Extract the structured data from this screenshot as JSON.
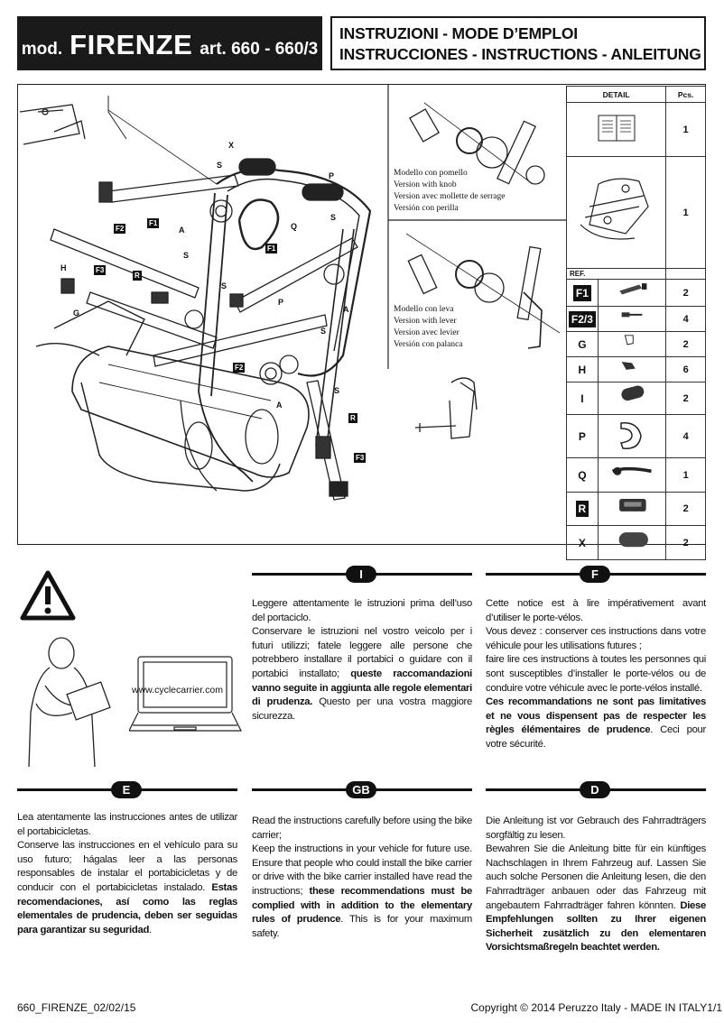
{
  "header": {
    "mod_prefix": "mod.",
    "model_name": "FIRENZE",
    "art": "art. 660 - 660/3",
    "title_line1": "INSTRUZIONI - MODE D’EMPLOI",
    "title_line2": "INSTRUCCIONES - INSTRUCTIONS - ANLEITUNG"
  },
  "diagram": {
    "labels": [
      "X",
      "S",
      "P",
      "F1",
      "F2",
      "A",
      "Q",
      "S",
      "F1",
      "H",
      "F3",
      "R",
      "S",
      "S",
      "G",
      "P",
      "A",
      "S",
      "F2",
      "S",
      "A",
      "R",
      "F3"
    ],
    "knob_caption": [
      "Modello con pomello",
      "Version with knob",
      "Version avec mollette de serrage",
      "Versión con perilla"
    ],
    "lever_caption": [
      "Modello con leva",
      "Version with lever",
      "Version avec levier",
      "Versión con palanca"
    ]
  },
  "parts_table": {
    "col_detail": "DETAIL",
    "col_pcs": "Pcs.",
    "ref_label": "REF.",
    "top_rows": [
      {
        "pcs": "1"
      },
      {
        "pcs": "1"
      }
    ],
    "rows": [
      {
        "ref": "F1",
        "pcs": "2",
        "dark": true
      },
      {
        "ref": "F2/3",
        "pcs": "4",
        "dark": true
      },
      {
        "ref": "G",
        "pcs": "2",
        "dark": false
      },
      {
        "ref": "H",
        "pcs": "6",
        "dark": false
      },
      {
        "ref": "I",
        "pcs": "2",
        "dark": false
      },
      {
        "ref": "P",
        "pcs": "4",
        "dark": false
      },
      {
        "ref": "Q",
        "pcs": "1",
        "dark": false
      },
      {
        "ref": "R",
        "pcs": "2",
        "dark": true
      },
      {
        "ref": "X",
        "pcs": "2",
        "dark": false
      }
    ]
  },
  "website": "www.cyclecarrier.com",
  "sections": {
    "I": {
      "code": "I",
      "t1": "Leggere attentamente le istruzioni prima dell’uso del portaciclo.",
      "t2": "Conservare le istruzioni nel vostro veicolo per i futuri utilizzi; fatele leggere alle persone che potrebbero installare il portabici o guidare con il portabici installato;",
      "bold": "queste raccomandazioni vanno seguite in aggiunta alle regole elementari di prudenza.",
      "t3": "Questo per una vostra maggiore sicurezza."
    },
    "F": {
      "code": "F",
      "t1": "Cette notice est à lire impérativement avant d’utiliser le porte-vélos.",
      "t2": "Vous devez : conserver ces instructions dans votre véhicule pour les utilisations futures ;",
      "t3": "faire lire ces instructions à toutes les personnes qui sont susceptibles d’installer le porte-vélos ou de conduire votre véhicule avec le porte-vélos installé.",
      "bold": "Ces recommandations ne sont pas limitatives et ne vous dispensent pas de respecter les règles élémentaires de prudence",
      "t4": ". Ceci pour votre sécurité."
    },
    "E": {
      "code": "E",
      "t1": "Lea atentamente las instrucciones antes de utilizar el portabicicletas.",
      "t2": "Conserve las instrucciones en el vehículo para su uso futuro; hágalas leer a las personas responsables de instalar el portabicicletas y de conducir con el portabicicletas instalado.",
      "bold": "Estas recomendaciones, así como las reglas elementales de prudencia, deben ser seguidas para garantizar su seguridad",
      "t3": "."
    },
    "GB": {
      "code": "GB",
      "t1": "Read the instructions carefully before using the bike carrier;",
      "t2": "Keep the instructions in your vehicle for future use. Ensure that people who could install the bike carrier or drive with the bike carrier installed have read the instructions;",
      "bold": "these recommendations must be complied with in addition to the elementary rules of prudence",
      "t3": ". This is for your maximum safety."
    },
    "D": {
      "code": "D",
      "t1": "Die Anleitung ist vor Gebrauch des Fahrradträgers sorgfältig zu lesen.",
      "t2": "Bewahren Sie die Anleitung bitte für ein künftiges Nachschlagen in Ihrem Fahrzeug auf. Lassen Sie auch solche Personen die Anleitung lesen, die den Fahrradträger anbauen oder das Fahrzeug mit angebautem Fahrradträger fahren könnten.",
      "bold": "Diese Empfehlungen sollten zu Ihrer eigenen Sicherheit zusätzlich zu den elementaren Vorsichtsmaßregeln beachtet werden."
    }
  },
  "footer": {
    "left": "660_FIRENZE_02/02/15",
    "right": "Copyright © 2014 Peruzzo Italy - MADE IN ITALY1/1"
  }
}
